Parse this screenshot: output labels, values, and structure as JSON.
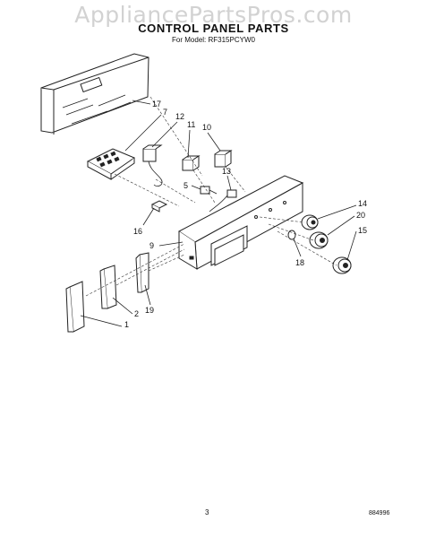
{
  "watermark": "AppliancePartsPros.com",
  "header": {
    "title": "CONTROL PANEL PARTS",
    "model_line": "For Model: RF315PCYW0"
  },
  "footer": {
    "page_number": "3",
    "figure_code": "884996"
  },
  "diagram": {
    "callouts": [
      "17",
      "7",
      "12",
      "11",
      "10",
      "5",
      "13",
      "16",
      "9",
      "14",
      "20",
      "15",
      "18",
      "1",
      "2",
      "19"
    ]
  }
}
